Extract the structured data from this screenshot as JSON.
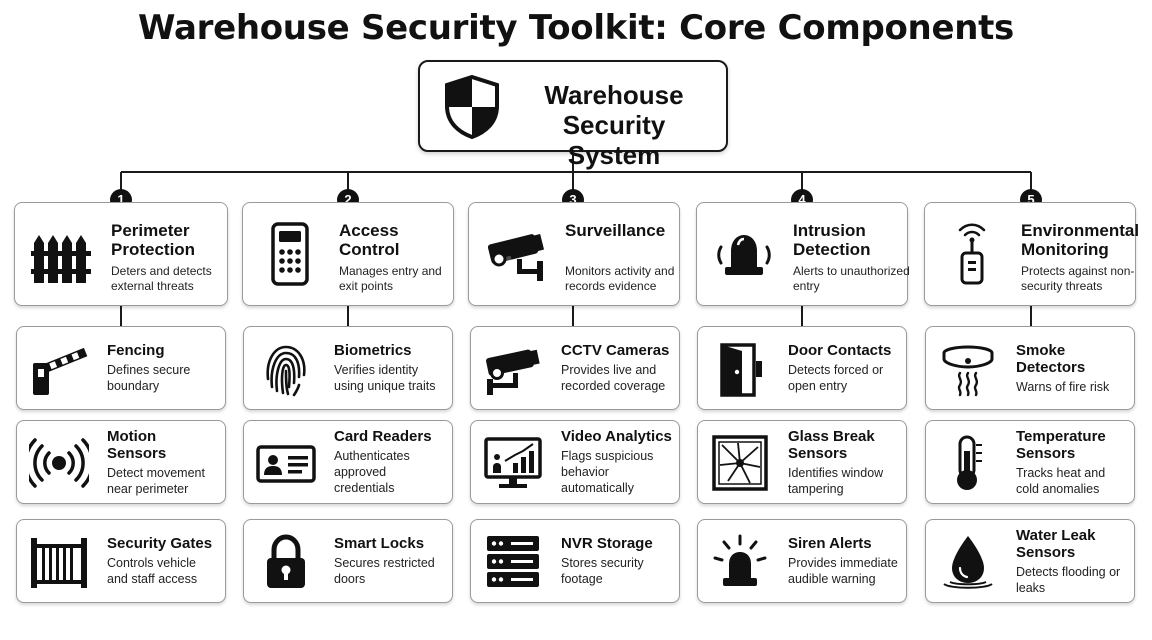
{
  "title": "Warehouse Security Toolkit: Core Components",
  "root": {
    "title": "Warehouse Security System",
    "icon": "shield-icon"
  },
  "columns": [
    {
      "number": "1",
      "title": "Perimeter Protection",
      "description": "Deters and detects external threats",
      "icon": "fence-icon",
      "items": [
        {
          "title": "Fencing",
          "description": "Defines secure boundary",
          "icon": "barrier-gate-icon"
        },
        {
          "title": "Motion Sensors",
          "description": "Detect movement near perimeter",
          "icon": "motion-waves-icon"
        },
        {
          "title": "Security Gates",
          "description": "Controls vehicle and staff access",
          "icon": "sliding-gate-icon"
        }
      ]
    },
    {
      "number": "2",
      "title": "Access Control",
      "description": "Manages entry and exit points",
      "icon": "keypad-icon",
      "items": [
        {
          "title": "Biometrics",
          "description": "Verifies identity using unique traits",
          "icon": "fingerprint-icon"
        },
        {
          "title": "Card Readers",
          "description": "Authenticates approved credentials",
          "icon": "id-card-icon"
        },
        {
          "title": "Smart Locks",
          "description": "Secures restricted doors",
          "icon": "padlock-icon"
        }
      ]
    },
    {
      "number": "3",
      "title": "Surveillance",
      "description": "Monitors activity and records evidence",
      "icon": "security-camera-icon",
      "items": [
        {
          "title": "CCTV Cameras",
          "description": "Provides live and recorded coverage",
          "icon": "cctv-camera-icon"
        },
        {
          "title": "Video Analytics",
          "description": "Flags suspicious behavior automatically",
          "icon": "analytics-monitor-icon"
        },
        {
          "title": "NVR Storage",
          "description": "Stores security footage",
          "icon": "server-rack-icon"
        }
      ]
    },
    {
      "number": "4",
      "title": "Intrusion Detection",
      "description": "Alerts to unauthorized entry",
      "icon": "alarm-bell-icon",
      "items": [
        {
          "title": "Door Contacts",
          "description": "Detects forced or open entry",
          "icon": "open-door-icon"
        },
        {
          "title": "Glass Break Sensors",
          "description": "Identifies window tampering",
          "icon": "broken-glass-icon"
        },
        {
          "title": "Siren Alerts",
          "description": "Provides immediate audible warning",
          "icon": "siren-icon"
        }
      ]
    },
    {
      "number": "5",
      "title": "Environmental Monitoring",
      "description": "Protects against non-security threats",
      "icon": "wireless-sensor-icon",
      "items": [
        {
          "title": "Smoke Detectors",
          "description": "Warns of fire risk",
          "icon": "smoke-detector-icon"
        },
        {
          "title": "Temperature Sensors",
          "description": "Tracks heat and cold anomalies",
          "icon": "thermometer-icon"
        },
        {
          "title": "Water Leak Sensors",
          "description": "Detects flooding or leaks",
          "icon": "water-drop-icon"
        }
      ]
    }
  ]
}
